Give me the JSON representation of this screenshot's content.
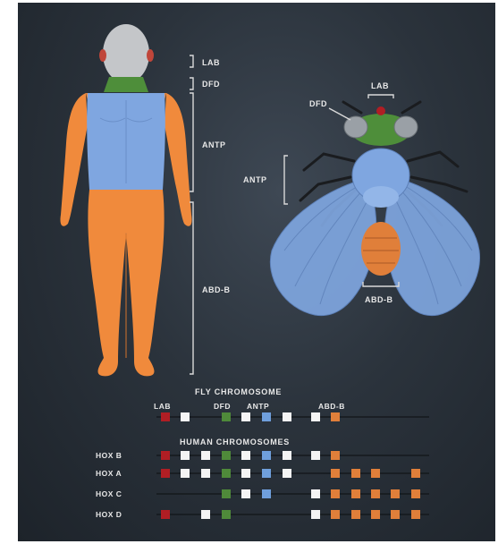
{
  "human_labels": {
    "lab": "LAB",
    "dfd": "DFD",
    "antp": "ANTP",
    "abdb": "ABD-B"
  },
  "fly_labels": {
    "lab": "LAB",
    "dfd": "DFD",
    "antp": "ANTP",
    "abdb": "ABD-B"
  },
  "fly_chromosome": {
    "title": "FLY CHROMOSOME",
    "gene_labels": [
      "LAB",
      "DFD",
      "ANTP",
      "ABD-B"
    ]
  },
  "human_chromosomes": {
    "title": "HUMAN CHROMOSOMES",
    "rows": [
      {
        "label": "HOX B"
      },
      {
        "label": "HOX A"
      },
      {
        "label": "HOX C"
      },
      {
        "label": "HOX D"
      }
    ]
  },
  "colors": {
    "background": "#2b333c",
    "lab_red": "#b01e24",
    "dfd_green": "#4f8a3a",
    "antp_blue": "#6f9fdc",
    "abdb_orange": "#e07f3a",
    "white_gene": "#f4f4f4",
    "body_orange": "#f08a3c",
    "body_blue": "#7fa6e0",
    "neck_green": "#4e8e3a"
  }
}
